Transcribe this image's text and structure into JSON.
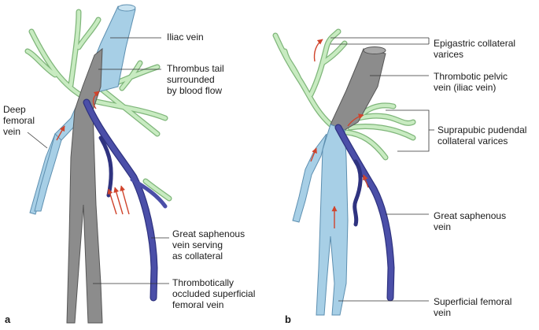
{
  "panels": [
    {
      "letter": "a",
      "labels": {
        "iliac_vein": "Iliac vein",
        "thrombus_tail": "Thrombus tail\nsurrounded\nby blood flow",
        "deep_femoral_vein": "Deep\nfemoral\nvein",
        "great_saphenous": "Great saphenous\nvein serving\nas collateral",
        "occluded_femoral": "Thrombotically\noccluded superficial\nfemoral vein"
      }
    },
    {
      "letter": "b",
      "labels": {
        "epigastric": "Epigastric collateral\nvarices",
        "thrombotic_pelvic": "Thrombotic pelvic\nvein (iliac vein)",
        "suprapubic": "Suprapubic pudendal\ncollateral varices",
        "great_saphenous": "Great saphenous\nvein",
        "superficial_femoral": "Superficial femoral\nvein"
      }
    }
  ],
  "colors": {
    "open_vein": "#a7cfe6",
    "thrombosed_vein": "#8c8c8c",
    "saphenous_vein": "#4b4fa8",
    "collateral_vein": "#bfe6b8",
    "flow_arrow": "#d0432b"
  }
}
